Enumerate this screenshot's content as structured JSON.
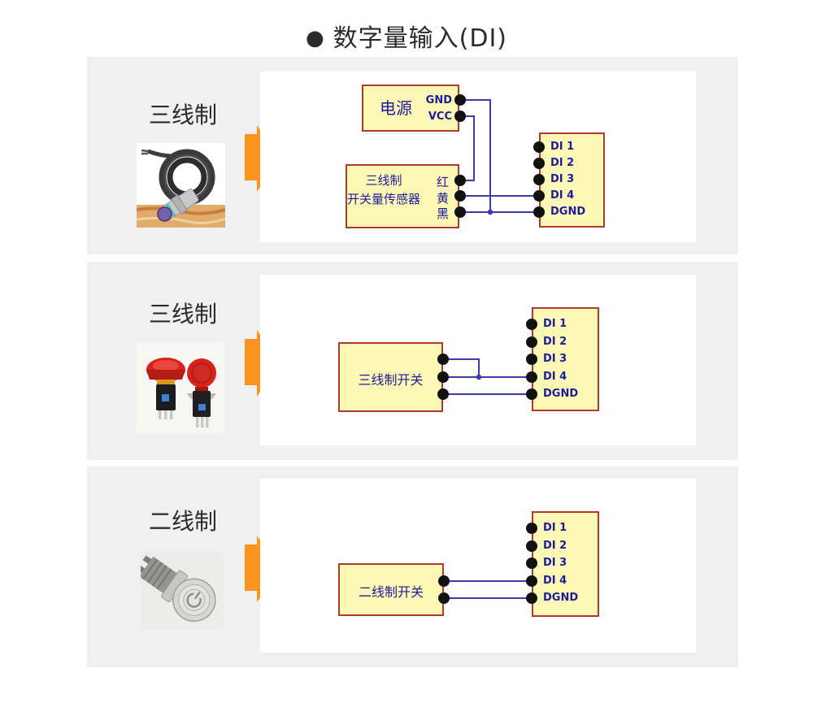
{
  "page": {
    "bullet": "●",
    "title": "数字量输入(DI)",
    "colors": {
      "card_bg": "#f0f0f0",
      "panel_bg": "#ffffff",
      "box_fill": "#fdf8b5",
      "box_border": "#b23a28",
      "wire": "#3c3cad",
      "terminal_dot": "#111111",
      "navy_text": "#1c1c9c",
      "arrow_orange": "#f9951e",
      "heading_text": "#2b2b2b"
    }
  },
  "sections": [
    {
      "label": "三线制",
      "photo": "proximity-sensor",
      "diagram": {
        "power_box": {
          "title": "电源",
          "terminals": [
            "GND",
            "VCC"
          ]
        },
        "sensor_box": {
          "line1": "三线制",
          "line2": "开关量传感器",
          "wire_labels": [
            "红",
            "黄",
            "黑"
          ]
        },
        "di_box": {
          "terminals": [
            "DI 1",
            "DI 2",
            "DI 3",
            "DI 4",
            "DGND"
          ]
        }
      }
    },
    {
      "label": "三线制",
      "photo": "emergency-stop-buttons",
      "diagram": {
        "switch_box": {
          "title": "三线制开关"
        },
        "di_box": {
          "terminals": [
            "DI 1",
            "DI 2",
            "DI 3",
            "DI 4",
            "DGND"
          ]
        }
      }
    },
    {
      "label": "二线制",
      "photo": "metal-push-button",
      "diagram": {
        "switch_box": {
          "title": "二线制开关"
        },
        "di_box": {
          "terminals": [
            "DI 1",
            "DI 2",
            "DI 3",
            "DI 4",
            "DGND"
          ]
        }
      }
    }
  ]
}
